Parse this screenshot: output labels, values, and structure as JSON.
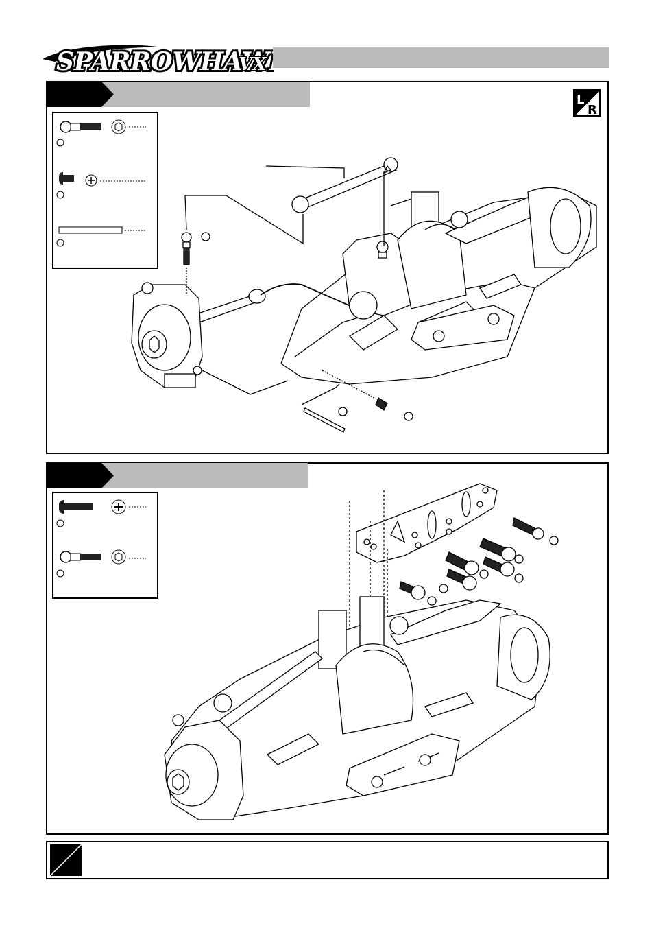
{
  "header": {
    "brand": "SPARROWHAWK",
    "model": "VX"
  },
  "badge": {
    "left_letter": "L",
    "right_letter": "R"
  },
  "colors": {
    "bar_gray": "#bbbbbb",
    "line": "#000000"
  }
}
